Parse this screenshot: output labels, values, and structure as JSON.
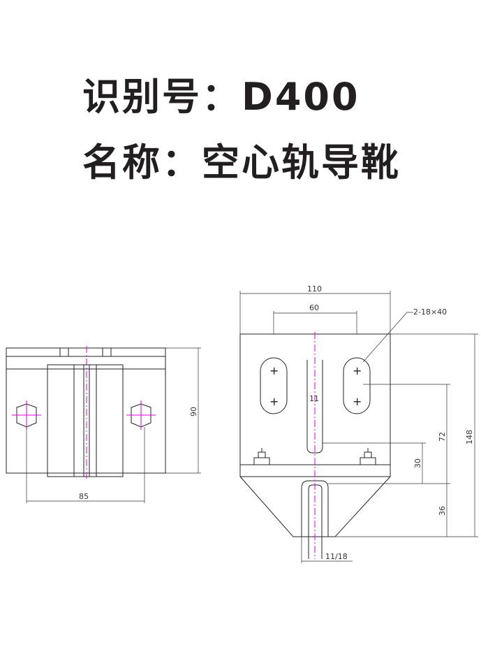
{
  "header": {
    "id_line": "识别号：D400",
    "name_line": "名称：空心轨导靴"
  },
  "side_view": {
    "width_dim": "85",
    "height_dim": "90"
  },
  "front_view": {
    "overall_width_dim": "110",
    "slot_width_dim": "60",
    "hole_spec": "2-18×40",
    "slot_dim": "11",
    "total_height_dim": "148",
    "upper_height_dim": "72",
    "mid_height_dim": "30",
    "lower_height_dim": "36",
    "bottom_slot_dim": "11/18"
  },
  "colors": {
    "centerline": "#e000e0",
    "line": "#222222",
    "text": "#231f20"
  }
}
